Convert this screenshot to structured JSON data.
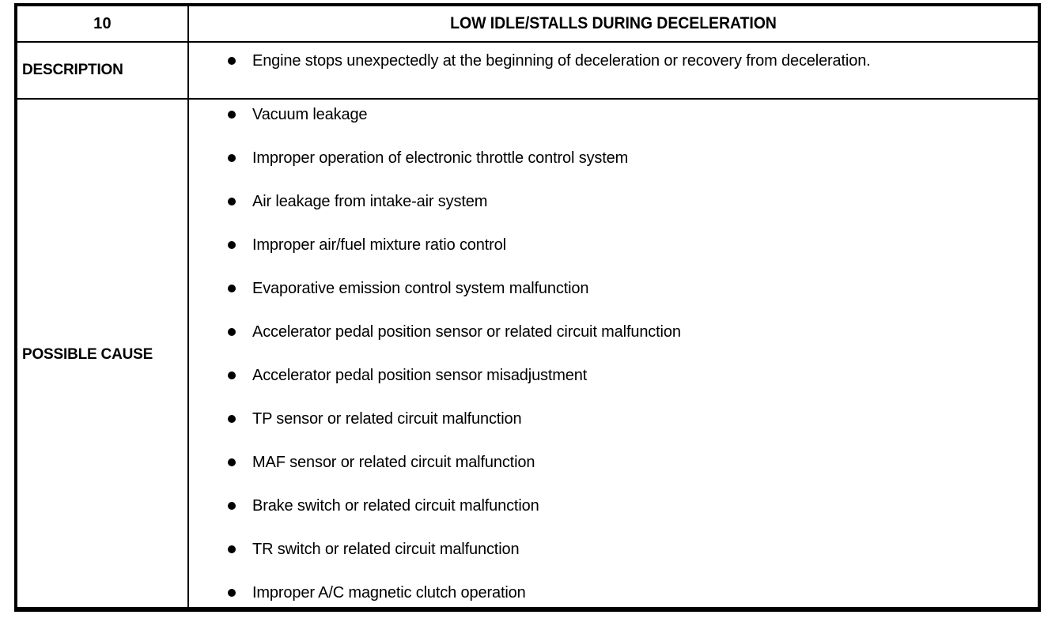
{
  "table": {
    "header": {
      "number": "10",
      "title": "LOW IDLE/STALLS DURING DECELERATION"
    },
    "rows": [
      {
        "label": "DESCRIPTION",
        "items": [
          "Engine stops unexpectedly at the beginning of deceleration or recovery from deceleration."
        ]
      },
      {
        "label": "POSSIBLE CAUSE",
        "items": [
          "Vacuum leakage",
          "Improper operation of electronic throttle control system",
          "Air leakage from intake-air system",
          "Improper air/fuel mixture ratio control",
          "Evaporative emission control system malfunction",
          "Accelerator pedal position sensor or related circuit malfunction",
          "Accelerator pedal position sensor misadjustment",
          "TP sensor or related circuit malfunction",
          "MAF sensor or related circuit malfunction",
          "Brake switch or related circuit malfunction",
          "TR switch or related circuit malfunction",
          "Improper A/C magnetic clutch operation"
        ]
      }
    ]
  },
  "icons": {
    "bullet": "bullet-dot"
  },
  "colors": {
    "ink": "#000000",
    "paper": "#ffffff"
  }
}
